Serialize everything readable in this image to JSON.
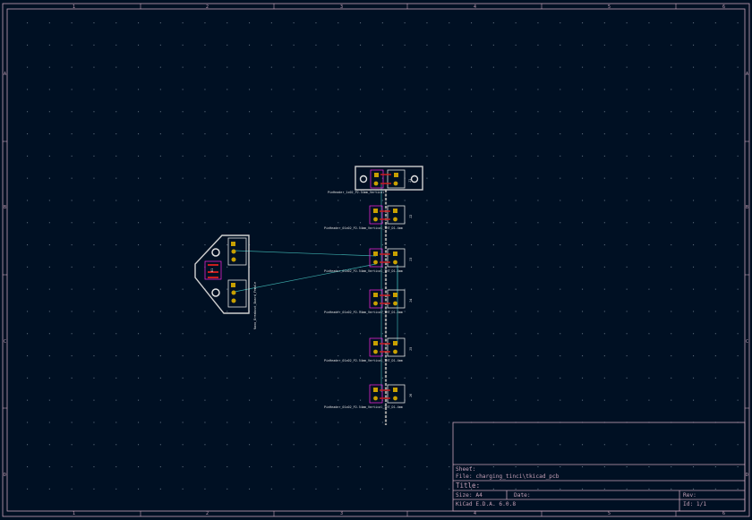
{
  "colors": {
    "background": "#001023",
    "frame": "#c8a2b8",
    "grid_dot": "#5a6a7a",
    "edge_cuts": "#d0d0d0",
    "silkscreen": "#e8e8e8",
    "pad": "#c8a000",
    "pad_red": "#c81e1e",
    "copper_back": "#b43232",
    "ratsnest": "#3aa7a7",
    "courtyard": "#ff26e2"
  },
  "ruler": {
    "columns": [
      "1",
      "2",
      "3",
      "4",
      "5",
      "6"
    ],
    "rows": [
      "A",
      "B",
      "C",
      "D"
    ]
  },
  "title_block": {
    "sheet_label": "Sheet:",
    "file_label": "File: charging_tinci\\tkicad_pcb",
    "title_label": "Title:",
    "size_label": "Size: A4",
    "date_label": "Date:",
    "rev_label": "Rev:",
    "app_version": "KiCad E.D.A. 6.0.8",
    "id_label": "Id: 1/1"
  },
  "footprints": {
    "top_board": {
      "ref": "J1",
      "value": "PinHeader_1x02_P2.54mm_Vertical"
    },
    "left_board": {
      "ref": "U1",
      "value": "Nano_Breakout_Board_Female"
    },
    "rows": [
      {
        "ref": "J2",
        "value": "PinHeader_01x02_P2.54mm_Vertical_THT_D1.4mm"
      },
      {
        "ref": "J3",
        "value": "PinHeader_01x02_P2.54mm_Vertical_THT_D1.4mm"
      },
      {
        "ref": "J4",
        "value": "PinHeader_01x02_P2.54mm_Vertical_THT_D1.4mm"
      },
      {
        "ref": "J5",
        "value": "PinHeader_01x02_P2.54mm_Vertical_THT_D1.4mm"
      },
      {
        "ref": "J6",
        "value": "PinHeader_01x02_P2.54mm_Vertical_THT_D1.4mm"
      }
    ]
  }
}
